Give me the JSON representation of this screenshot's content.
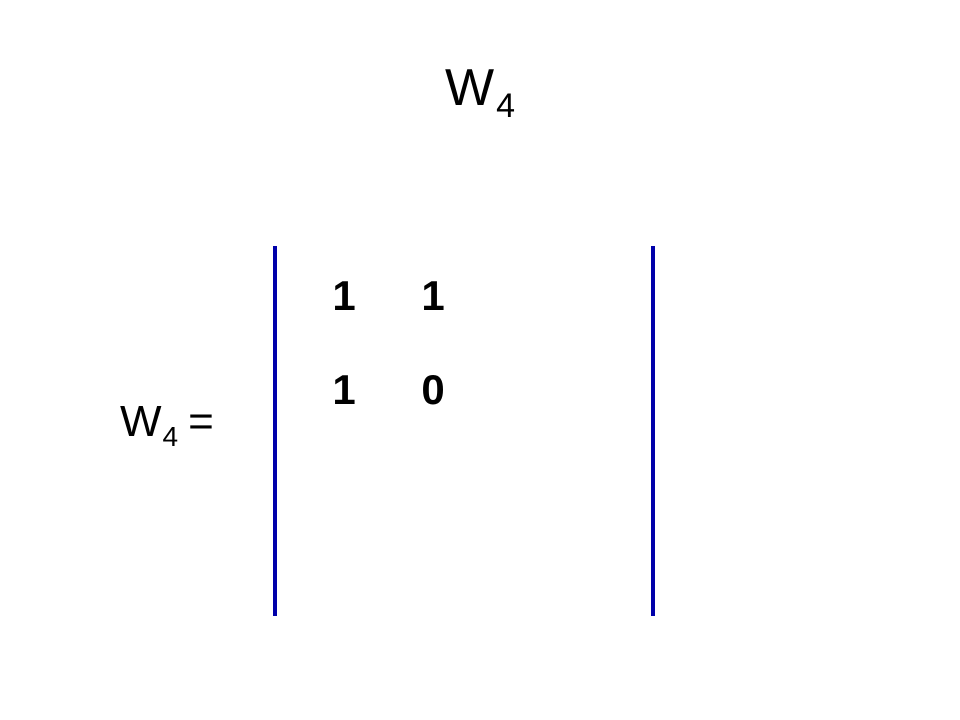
{
  "title": {
    "base": "W",
    "subscript": "4"
  },
  "equation": {
    "lhs_base": "W",
    "lhs_subscript": "4",
    "equals": "="
  },
  "matrix": {
    "bar_color": "#0000aa",
    "rows": [
      [
        "1",
        "1"
      ],
      [
        "1",
        "0"
      ]
    ]
  }
}
